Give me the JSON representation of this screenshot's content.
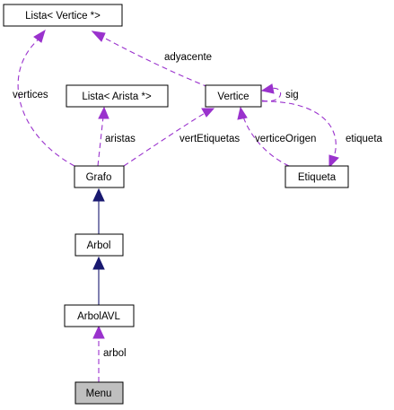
{
  "colors": {
    "usage_edge": "#9a32cd",
    "inheritance_edge": "#191970",
    "highlight_node": "#bfbfbf"
  },
  "nodes": {
    "lista_vertice": "Lista< Vertice *>",
    "lista_arista": "Lista< Arista *>",
    "vertice": "Vertice",
    "grafo": "Grafo",
    "etiqueta": "Etiqueta",
    "arbol": "Arbol",
    "arbolavl": "ArbolAVL",
    "menu": "Menu"
  },
  "edge_labels": {
    "adyacente": "adyacente",
    "vertices": "vertices",
    "sig": "sig",
    "aristas": "aristas",
    "vertEtiquetas": "vertEtiquetas",
    "verticeOrigen": "verticeOrigen",
    "etiqueta": "etiqueta",
    "arbol": "arbol"
  }
}
